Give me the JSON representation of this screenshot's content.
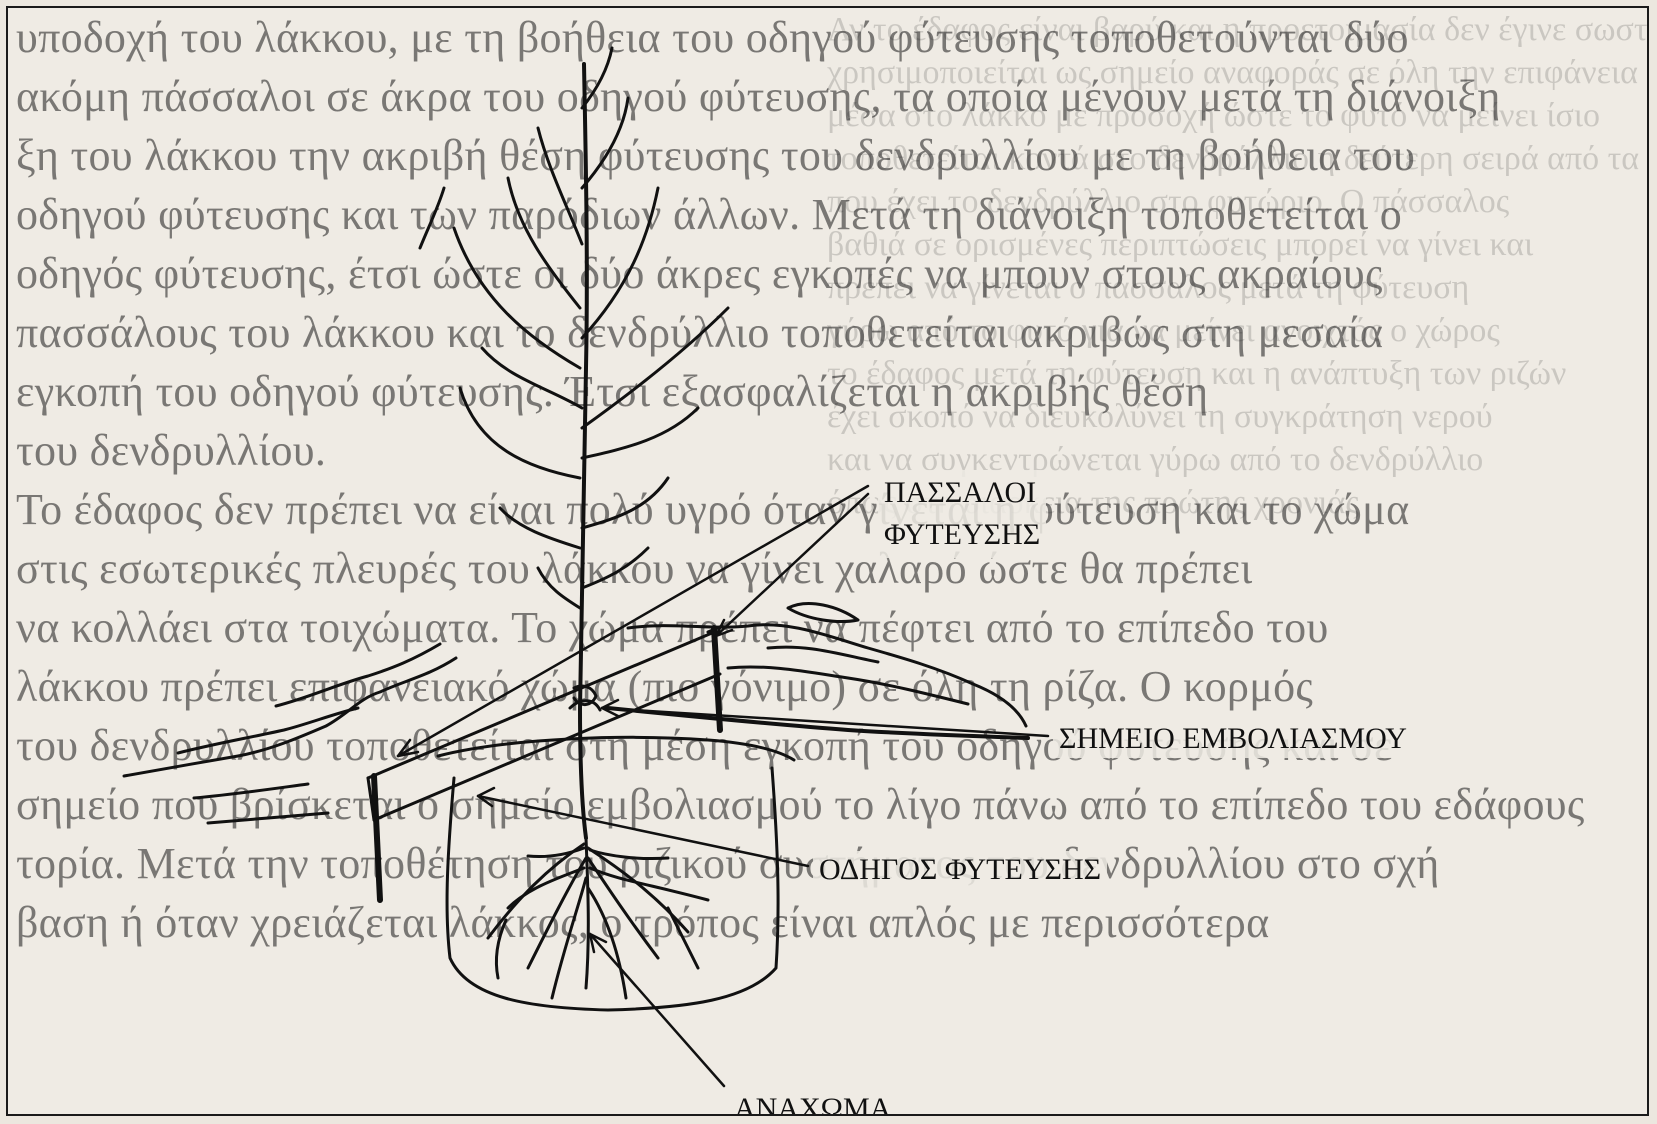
{
  "labels": {
    "stakes_line1": "ΠΑΣΣΑΛΟΙ",
    "stakes_line2": "ΦΥΤΕΥΣΗΣ",
    "graft_point": "ΣΗΜΕΙΟ ΕΜΒΟΛΙΑΣΜΟΥ",
    "planting_guide": "ΟΔΗΓΟΣ ΦΥΤΕΥΣΗΣ",
    "mound": "ΑΝΑΧΩΜΑ"
  },
  "background_text": [
    "υποδοχή του λάκκου, με τη βοήθεια του οδηγού φύτευσης τοποθετούνται δύο",
    "ακόμη πάσσαλοι σε άκρα του οδηγού φύτευσης, τα οποία μένουν μετά τη διάνοιξη",
    "ξη του λάκκου την ακριβή θέση φύτευσης του δενδρυλλίου με τη βοήθεια του",
    "οδηγού φύτευσης και των παρόδιων άλλων. Μετά τη διάνοιξη τοποθετείται ο",
    "οδηγός φύτευσης, έτσι ώστε οι δύο άκρες εγκοπές να μπουν στους ακραίους",
    "πασσάλους του λάκκου και το δενδρύλλιο τοποθετείται ακριβώς στη μεσαία",
    "εγκοπή του οδηγού φύτευσης. Έτσι εξασφαλίζεται η ακριβής θέση",
    "του δενδρυλλίου.",
    "Το έδαφος δεν πρέπει να είναι πολύ υγρό όταν γίνεται η φύτευση και το χώμα",
    "στις εσωτερικές πλευρές του λάκκου να γίνει χαλαρό ώστε θα πρέπει",
    "να κολλάει στα τοιχώματα. Το χώμα πρέπει να πέφτει από το επίπεδο του",
    "λάκκου πρέπει επιφανειακό χώμα (πιο γόνιμο) σε όλη τη ρίζα. Ο κορμός",
    "του δενδρυλλίου τοποθετείται στη μέση εγκοπή του οδηγού φύτευσης και σε",
    "σημείο που βρίσκεται ο σημείο εμβολιασμού το λίγο πάνω από το επίπεδο του εδάφους",
    "τορία. Μετά την τοποθέτηση του ριζικού συστήματος του δενδρυλλίου στο σχή",
    "βαση ή όταν χρειάζεται λάκκος, ο τρόπος είναι απλός με περισσότερα"
  ],
  "background_text_right": [
    "Αν το έδαφος είναι βαρύ και η προετοιμασία δεν έγινε σωστά",
    "χρησιμοποιείται ως σημείο αναφοράς σε όλη την επιφάνεια",
    "μέσα στο λάκκο με προσοχή ώστε το φυτό να μείνει ίσιο",
    "τοποθετείται κοντά στο δενδρύλλιο η δεύτερη σειρά από τα",
    "που έχει το δενδρύλλιο στο φυτώριο. Ο πάσσαλος",
    "βαθιά σε ορισμένες περιπτώσεις μπορεί να γίνει και",
    "πρέπει να γίνεται ο πάσσαλος μετά τη φύτευση",
    "γύρω από το φυτό για να μείνει ανοιχτός ο χώρος",
    "το έδαφος μετά τη φύτευση και η ανάπτυξη των ριζών",
    "έχει σκοπό να διευκολύνει τη συγκράτηση νερού",
    "και να συγκεντρώνεται γύρω από το δενδρύλλιο",
    "όπως στη διάρκεια της πρώτης χρονιάς"
  ]
}
